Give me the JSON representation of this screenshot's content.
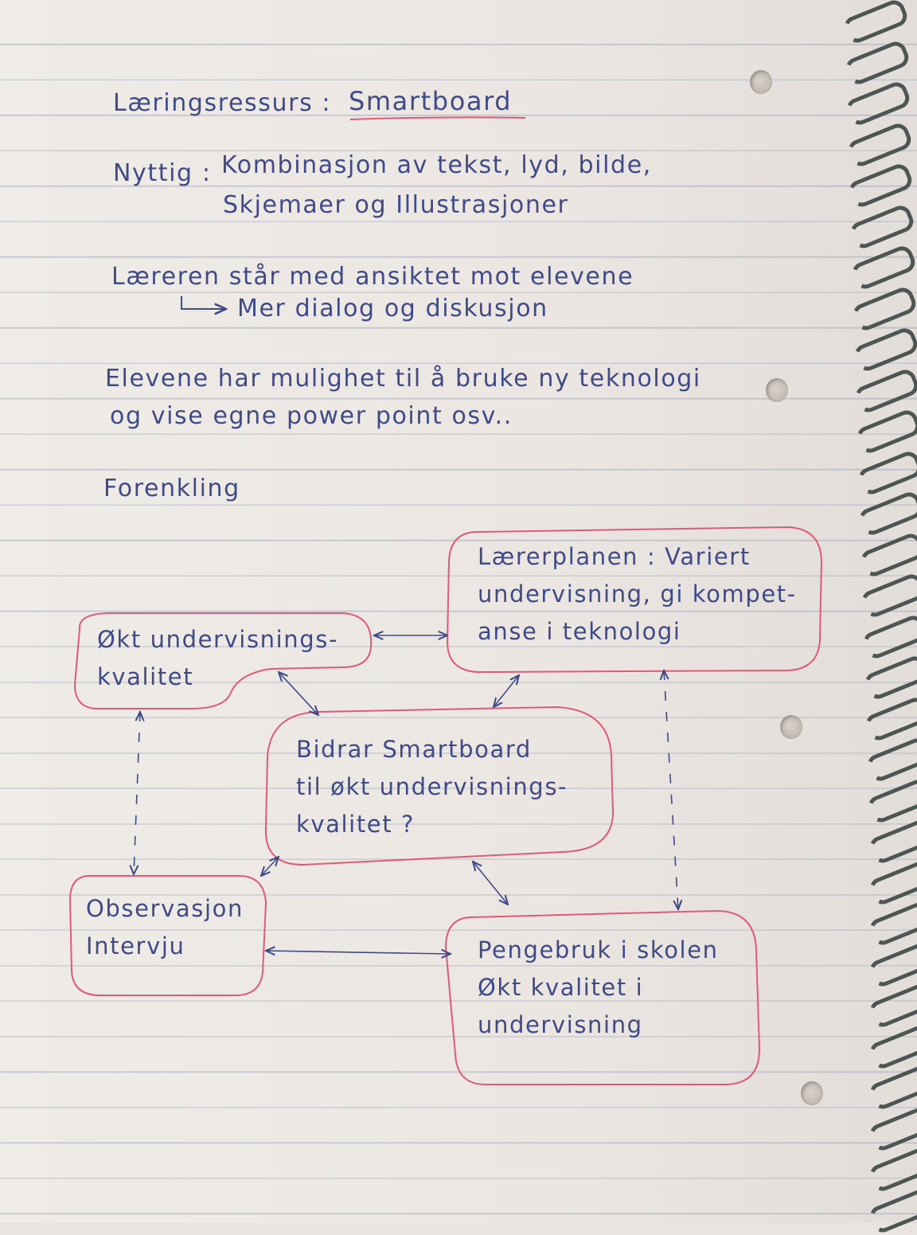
{
  "notes": {
    "resource_label": "Læringsressurs :",
    "resource_value": "Smartboard",
    "useful_label": "Nyttig :",
    "useful_line1": "Kombinasjon av tekst, lyd, bilde,",
    "useful_line2": "Skjemaer og Illustrasjoner",
    "teacher_line": "Læreren står med ansiktet mot elevene",
    "teacher_result": "Mer dialog og diskusjon",
    "students_line1": "Elevene har mulighet til å bruke ny teknologi",
    "students_line2": "og vise egne power point osv..",
    "simplification": "Forenkling"
  },
  "diagram": {
    "box_quality": "Økt undervisnings-\nkvalitet",
    "box_curriculum": "Lærerplanen : Variert\nundervisning, gi kompet-\nanse i teknologi",
    "box_center": "Bidrar Smartboard\ntil økt undervisnings-\nkvalitet ?",
    "box_methods": "Observasjon\nIntervju",
    "box_money": "Pengebruk i skolen\nØkt kvalitet i\nundervisning"
  },
  "colors": {
    "ink": "#3f4a86",
    "box_outline": "#e05a78",
    "underline": "#e05a78"
  }
}
